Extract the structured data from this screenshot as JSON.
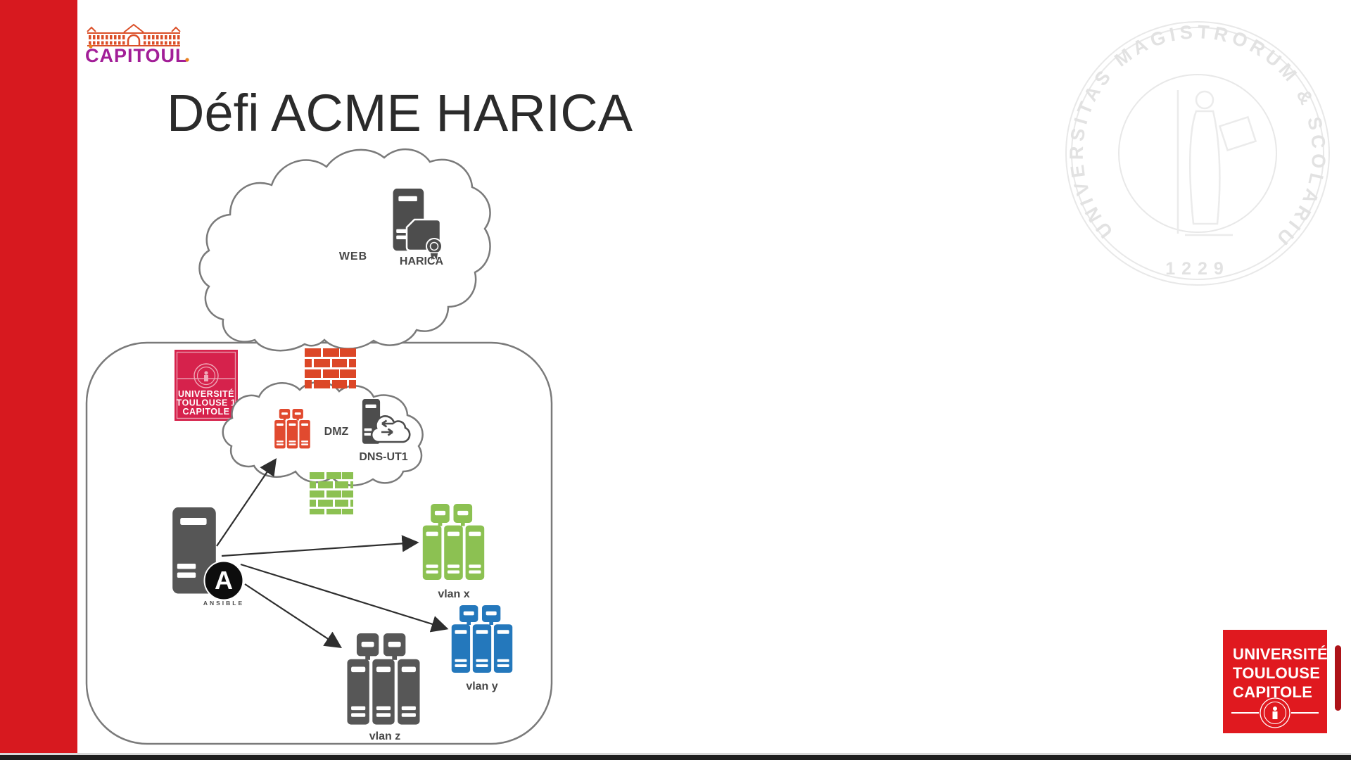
{
  "slide": {
    "title": "Défi ACME HARICA",
    "background": "#ffffff",
    "left_bar_color": "#D7191F",
    "bottom_bar_color": "#1E1E1E"
  },
  "capitoul_logo": {
    "text": "CAPITOUL",
    "text_color": "#A21E97",
    "building_color": "#DB4F28"
  },
  "watermark_seal": {
    "arc_text": "UNIVERSITAS MAGISTRORUM & SCOLARIUM",
    "year": "1229",
    "color": "#E5E5E5"
  },
  "diagram": {
    "internet_cloud": {
      "label": "WEB",
      "ca_server": {
        "label": "HARICA",
        "color": "#4D4D4D"
      }
    },
    "campus_zone": {
      "ut1_logo": {
        "line1": "UNIVERSITÉ",
        "line2": "TOULOUSE 1",
        "line3": "CAPITOLE",
        "background": "#D6224C"
      },
      "firewall_external_color": "#DC4727",
      "firewall_internal_color": "#8CC152",
      "dmz_cloud": {
        "label": "DMZ",
        "servers_color": "#E14A2F",
        "dns_server": {
          "label": "DNS-UT1",
          "color": "#4D4D4D"
        }
      },
      "ansible_server": {
        "label": "ANSIBLE",
        "logo_letter": "A",
        "color": "#565656"
      },
      "vlans": [
        {
          "label": "vlan x",
          "color": "#8CC152"
        },
        {
          "label": "vlan y",
          "color": "#2478BC"
        },
        {
          "label": "vlan z",
          "color": "#575757"
        }
      ]
    }
  },
  "utc_logo": {
    "line1": "UNIVERSITÉ",
    "line2": "TOULOUSE",
    "line3": "CAPITOLE",
    "background": "#E0191F"
  }
}
